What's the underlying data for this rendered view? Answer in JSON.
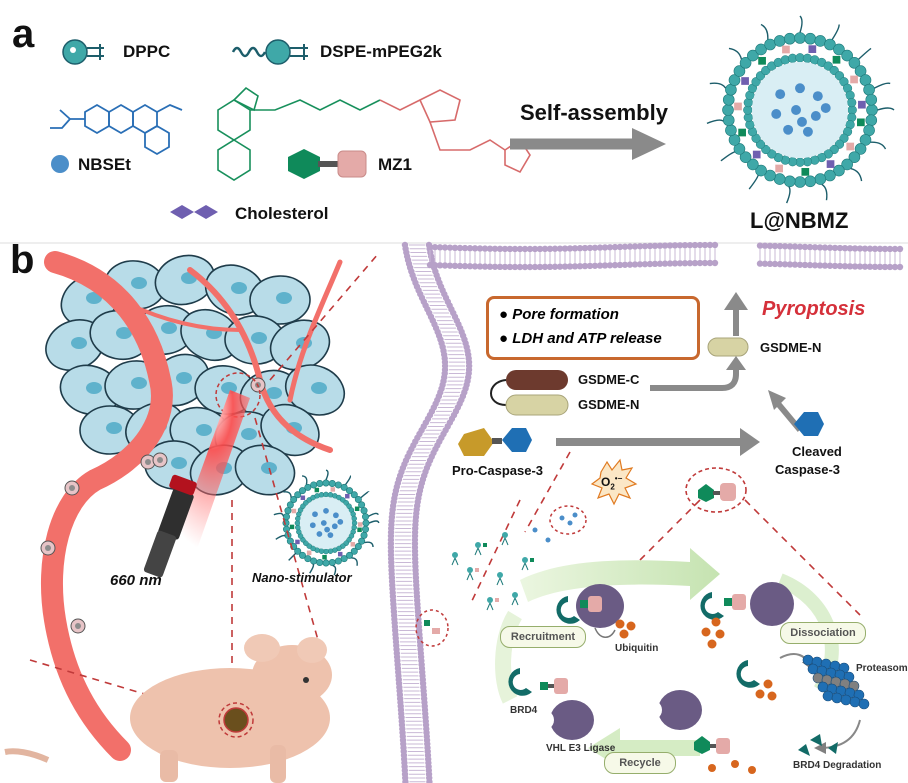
{
  "panels": {
    "a": "a",
    "b": "b"
  },
  "components": {
    "dppc": "DPPC",
    "dspe": "DSPE-mPEG2k",
    "nbset": "NBSEt",
    "mz1": "MZ1",
    "cholesterol": "Cholesterol",
    "self_assembly": "Self-assembly",
    "product": "L@NBMZ"
  },
  "panel_b": {
    "wavelength": "660 nm",
    "nano": "Nano-stimulator",
    "pyroptosis": "Pyroptosis",
    "box_items": [
      "Pore formation",
      "LDH and ATP release"
    ],
    "gsdme_n_top": "GSDME-N",
    "gsdme_c": "GSDME-C",
    "gsdme_n": "GSDME-N",
    "procaspase": "Pro-Caspase-3",
    "cleaved1": "Cleaved",
    "cleaved2": "Caspase-3",
    "ros_main": "O",
    "ros_sub": "2",
    "ros_sup": "•−"
  },
  "protac": {
    "recruitment": "Recruitment",
    "dissociation": "Dissociation",
    "recycle": "Recycle",
    "ubiquitin": "Ubiquitin",
    "proteasome": "Proteasome",
    "brd4": "BRD4",
    "vhl": "VHL E3 Ligase",
    "degradation": "BRD4 Degradation"
  },
  "colors": {
    "lipid_head": "#3fa8a8",
    "peg": "#1d5e6b",
    "nbset": "#4b8ec9",
    "mz1_green": "#0f8a5a",
    "mz1_pink": "#e4aaa8",
    "cholesterol": "#6f5fb0",
    "membrane": "#b7a1c8",
    "cell": "#b8dce8",
    "vessel": "#f2706a",
    "caspase_gold": "#c79a2a",
    "caspase_blue": "#1f6fb4",
    "gsdme_c": "#6d3a2e",
    "gsdme_n": "#d7d3a4",
    "title_red": "#d5303a",
    "box_orange": "#c8682e",
    "ubiquitin": "#d7661e",
    "vhl": "#6a5b84"
  }
}
